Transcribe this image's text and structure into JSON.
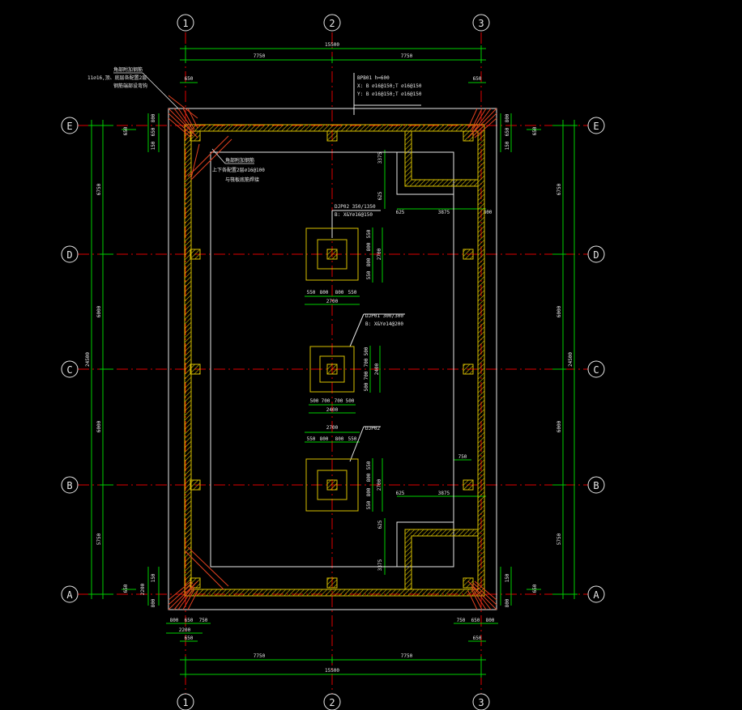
{
  "grid": {
    "cols": [
      {
        "id": "col-1",
        "label": "1"
      },
      {
        "id": "col-2",
        "label": "2"
      },
      {
        "id": "col-3",
        "label": "3"
      }
    ],
    "rows": [
      {
        "id": "row-E",
        "label": "E"
      },
      {
        "id": "row-D",
        "label": "D"
      },
      {
        "id": "row-C",
        "label": "C"
      },
      {
        "id": "row-B",
        "label": "B"
      },
      {
        "id": "row-A",
        "label": "A"
      }
    ]
  },
  "dims": {
    "total_width": "15500",
    "half_left": "7750",
    "half_right": "7750",
    "total_height": "24500",
    "span_ed": "6750",
    "span_dc": "6000",
    "span_cb": "6000",
    "span_ba": "5750",
    "corner_650": "650",
    "corner_800": "800",
    "corner_750": "750",
    "corner_150": "150",
    "corner_2200": "2200",
    "ramp_3375": "3375",
    "ramp_625": "625",
    "ramp_3875": "3875",
    "ramp_750": "750",
    "d1_550": "550",
    "d1_800": "800",
    "d1_2700": "2700",
    "d2_500": "500",
    "d2_700": "700",
    "d2_2400": "2400"
  },
  "notes": {
    "slab_title": "BPB01 h=600",
    "slab_x": "X: B ⌀16@150;T ⌀16@150",
    "slab_y": "Y: B ⌀16@150;T ⌀16@150",
    "cap1_title": "DJP02 350/1350",
    "cap1_rebar": "B: X&Y⌀16@150",
    "cap2_title": "DJP01 300/300",
    "cap2_rebar": "B: X&Y⌀14@200",
    "cap3_title": "DJP02",
    "corner_note_1": "角部附加钢筋",
    "corner_note_2": "11⌀16,顶、底层各配置2层",
    "corner_note_3": "钢筋端部设弯钩",
    "diag_note_1": "角部附加钢筋",
    "diag_note_2": "上下各配置2层⌀16@100",
    "diag_note_3": "与筏板底筋焊接"
  }
}
